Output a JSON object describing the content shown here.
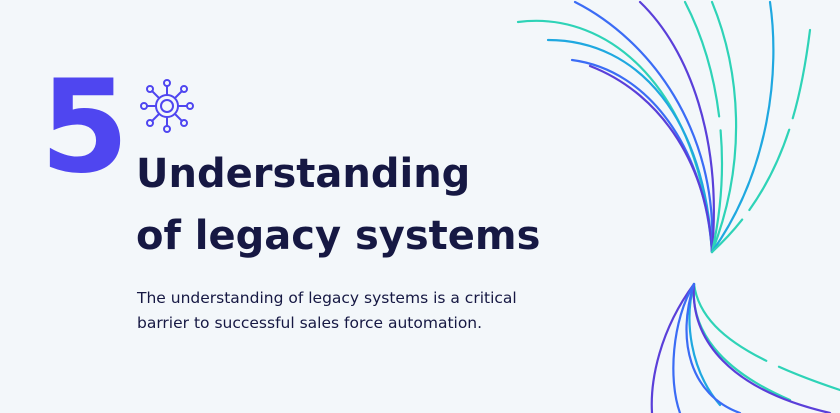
{
  "slide": {
    "number": "5",
    "title_line1": "Understanding",
    "title_line2": "of legacy systems",
    "description_line1": "The understanding of legacy systems is a critical",
    "description_line2": "barrier to successful sales force automation.",
    "icon": "network-hub-icon"
  },
  "colors": {
    "background": "#f3f7fa",
    "number": "#4f46f0",
    "text": "#161843",
    "icon": "#4f46f0",
    "wave_blue": "#3b6cf5",
    "wave_violet": "#5a3fd9",
    "wave_teal": "#2ed3b7",
    "wave_sky": "#1fa8e0"
  }
}
